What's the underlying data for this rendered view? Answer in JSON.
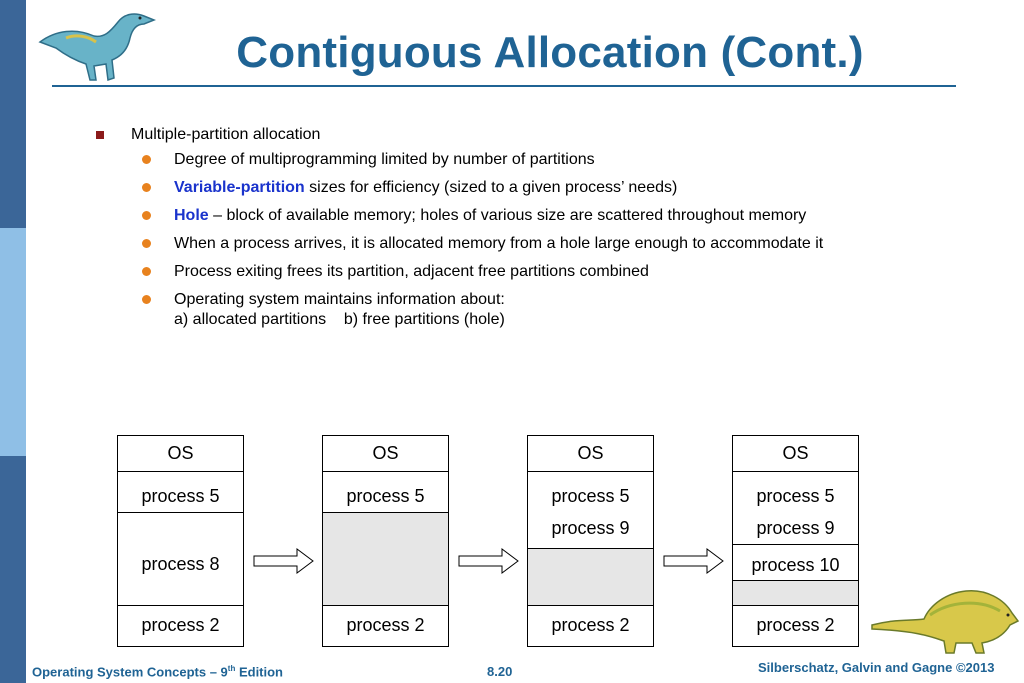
{
  "slide": {
    "title": "Contiguous Allocation (Cont.)",
    "main_bullet": "Multiple-partition allocation",
    "sub_bullets": [
      {
        "prefix": "",
        "highlight": "",
        "text": "Degree of multiprogramming limited by number of partitions"
      },
      {
        "prefix": "",
        "highlight": "Variable-partition",
        "text": " sizes for efficiency (sized to a given process’ needs)"
      },
      {
        "prefix": "",
        "highlight": "Hole",
        "text": " – block of available memory; holes of various size are scattered throughout memory"
      },
      {
        "prefix": "",
        "highlight": "",
        "text": "When a process arrives, it is allocated memory from a hole large enough to accommodate it"
      },
      {
        "prefix": "",
        "highlight": "",
        "text": "Process exiting frees its partition, adjacent free partitions combined"
      },
      {
        "prefix": "",
        "highlight": "",
        "text": "Operating system maintains information about:",
        "line2": "a) allocated partitions    b) free partitions (hole)"
      }
    ]
  },
  "memory_diagrams": [
    {
      "os": "OS",
      "p_top": "process 5",
      "middle": "process 8",
      "p_bottom": "process 2"
    },
    {
      "os": "OS",
      "p_top": "process 5",
      "middle": "",
      "p_bottom": "process 2"
    },
    {
      "os": "OS",
      "p_top": "process 5",
      "middle_a": "process 9",
      "middle": "",
      "p_bottom": "process 2"
    },
    {
      "os": "OS",
      "p_top": "process 5",
      "middle_a": "process 9",
      "middle_b": "process 10",
      "middle": "",
      "p_bottom": "process 2"
    }
  ],
  "footer": {
    "left_pre": "Operating System Concepts – 9",
    "left_sup": "th",
    "left_post": " Edition",
    "center": "8.20",
    "right": "Silberschatz, Galvin and Gagne ©2013"
  },
  "colors": {
    "title": "#1f6394",
    "highlight": "#1a33cc",
    "sub_bullet_dot": "#e8821e",
    "main_bullet_square": "#8b1a1a",
    "free_hole": "#e6e6e6",
    "sidebar": "#3b6698"
  }
}
